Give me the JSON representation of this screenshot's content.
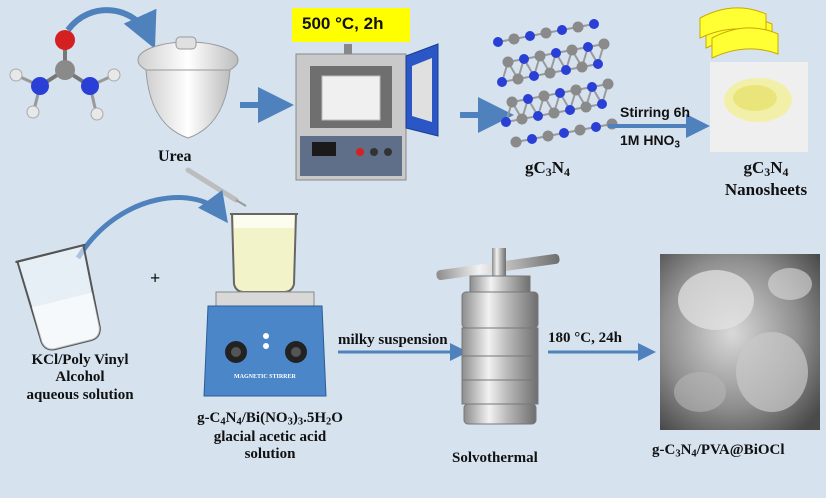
{
  "labels": {
    "urea": "Urea",
    "furnace_condition": "500 °C, 2h",
    "stirring": "Stirring 6h",
    "acid_prefix": "1M HNO",
    "acid_sub": "3",
    "gcn_g": "gC",
    "gcn_sub1": "3",
    "gcn_n": "N",
    "gcn_sub2": "4",
    "nanosheets_g": "gC",
    "nanosheets_sub1": "3",
    "nanosheets_n": "N",
    "nanosheets_sub2": "4",
    "nanosheets_word": "Nanosheets",
    "kcl_line1": "KCl/Poly Vinyl",
    "kcl_line2": "Alcohol",
    "kcl_line3": "aqueous solution",
    "plus": "+",
    "precursor_p1": "g-C",
    "precursor_s1": "4",
    "precursor_p2": "N",
    "precursor_s2": "4",
    "precursor_p3": "/Bi(NO",
    "precursor_s3": "3",
    "precursor_p4": ")",
    "precursor_s4": "3",
    "precursor_p5": ".5H",
    "precursor_s5": "2",
    "precursor_p6": "O",
    "precursor_line2": "glacial acetic acid",
    "precursor_line3": "solution",
    "milky": "milky suspension",
    "solvothermal_condition": "180 °C, 24h",
    "solvothermal": "Solvothermal",
    "product_p1": "g-C",
    "product_s1": "3",
    "product_p2": "N",
    "product_s2": "4",
    "product_p3": "/PVA@BiOCl",
    "stirrer_panel_text": "MAGNETIC STIRRER"
  },
  "colors": {
    "background": "#d6e3ef",
    "arrow": "#4f81bd",
    "highlight": "#ffff00",
    "nitrogen": "#2a3fd6",
    "carbon": "#8a8a8a",
    "oxygen": "#d42020",
    "hydrogen": "#e8e8e8",
    "nanosheet": "#ffff33",
    "stirrer_panel": "#4b86c8"
  }
}
